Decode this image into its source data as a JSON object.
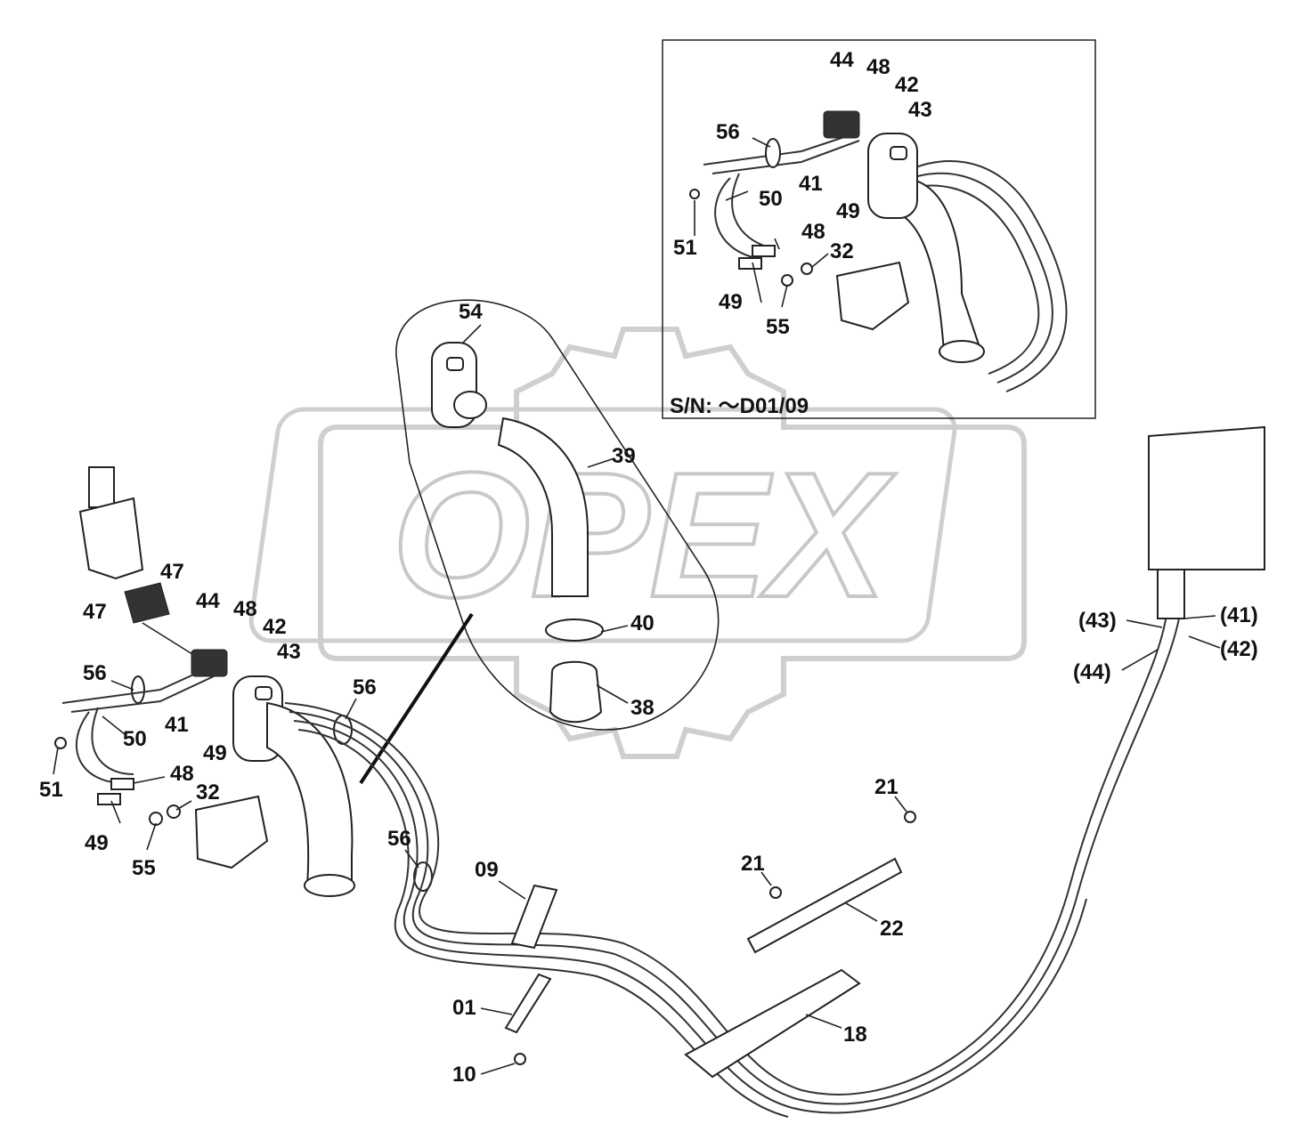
{
  "watermark": {
    "text": "OPEX",
    "color": "#c8c8c8"
  },
  "inset": {
    "serial_note": "S/N: ～D01/09"
  },
  "callouts": [
    "44",
    "48",
    "42",
    "43",
    "56",
    "41",
    "49",
    "50",
    "48",
    "32",
    "51",
    "49",
    "55",
    "54",
    "39",
    "40",
    "38",
    "47",
    "47",
    "44",
    "48",
    "42",
    "43",
    "56",
    "41",
    "49",
    "50",
    "51",
    "48",
    "32",
    "49",
    "55",
    "56",
    "56",
    "09",
    "01",
    "10",
    "21",
    "21",
    "22",
    "18",
    "(43)",
    "(41)",
    "(42)",
    "(44)"
  ],
  "colors": {
    "ink": "#111111",
    "watermark": "#c8c8c8",
    "background": "#ffffff"
  }
}
